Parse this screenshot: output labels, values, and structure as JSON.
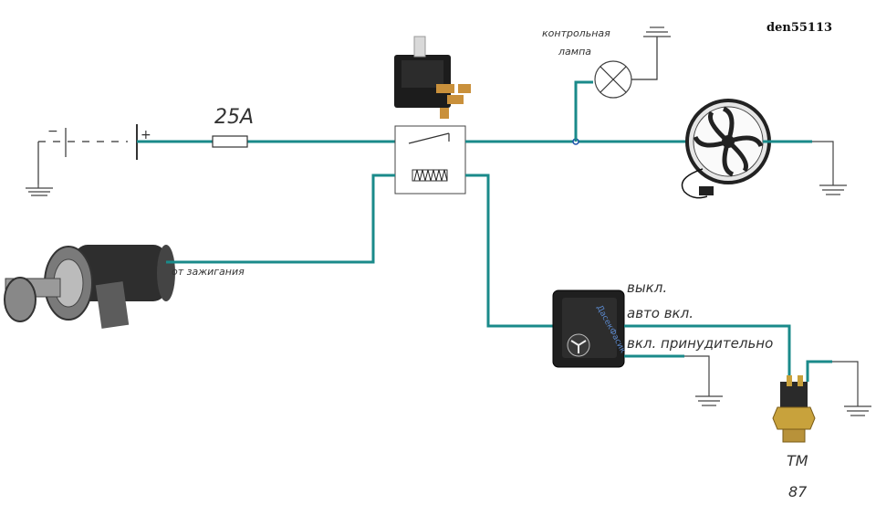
{
  "author": "den55113",
  "fuse": {
    "label": "25A"
  },
  "lamp": {
    "label_line1": "контрольная",
    "label_line2": "лампа"
  },
  "ignition": {
    "label": "от зажигания"
  },
  "switch": {
    "positions": [
      "выкл.",
      "авто вкл.",
      "вкл. принудительно"
    ],
    "brand": "ДасекФасик"
  },
  "battery": {
    "minus": "−",
    "plus": "+"
  },
  "sensor": {
    "label_line1": "ТМ",
    "label_line2": "87"
  },
  "colors": {
    "wire": "#1a8a8a"
  }
}
